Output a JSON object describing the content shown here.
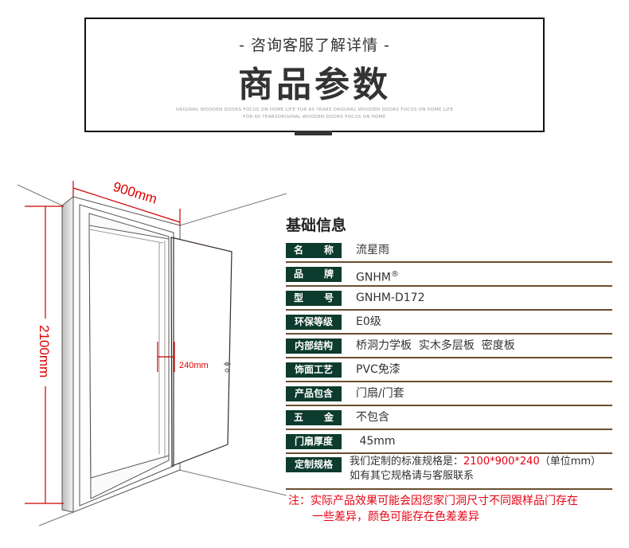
{
  "header": {
    "subtitle": "- 咨询客服了解详情 -",
    "title": "商品参数",
    "english_line1": "ORIGINAL WOODEN DOORS FOCUS ON HOME LIFE FOR 60 YEARS ORIGINAL WOODEN DOORS FOCUS ON HOME LIFE",
    "english_line2": "FOR 60 YEARSORIGINAL WOODEN DOORS FOCUS ON HOME"
  },
  "diagram": {
    "width_label": "900mm",
    "height_label": "2100mm",
    "depth_label": "240mm"
  },
  "info": {
    "title": "基础信息",
    "rows": [
      {
        "label_a": "名",
        "label_b": "称",
        "value": "流星雨"
      },
      {
        "label_a": "品",
        "label_b": "牌",
        "value": "GNHM",
        "sup": "®"
      },
      {
        "label_a": "型",
        "label_b": "号",
        "value": "GNHM-D172"
      },
      {
        "label": "环保等级",
        "value": "E0级"
      },
      {
        "label": "内部结构",
        "value": "桥洞力学板  实木多层板  密度板"
      },
      {
        "label": "饰面工艺",
        "value": "PVC免漆"
      },
      {
        "label": "产品包含",
        "value": "门扇/门套"
      },
      {
        "label_a": "五",
        "label_b": "金",
        "value": "不包含"
      },
      {
        "label": "门扇厚度",
        "value": " 45mm"
      }
    ],
    "spec": {
      "label": "定制规格",
      "prefix": "我们定制的标准规格是：",
      "size": "2100*900*240",
      "unit": "（单位mm）",
      "line2": "如有其它规格请与客服联系"
    }
  },
  "note": {
    "line1": "注：实际产品效果可能会因您家门洞尺寸不同跟样品门存在",
    "line2": "一些差异，颜色可能存在色差差异"
  },
  "colors": {
    "label_bg": "#0d3b2e",
    "divider": "#6b4e2e",
    "accent_red": "#e60012"
  }
}
